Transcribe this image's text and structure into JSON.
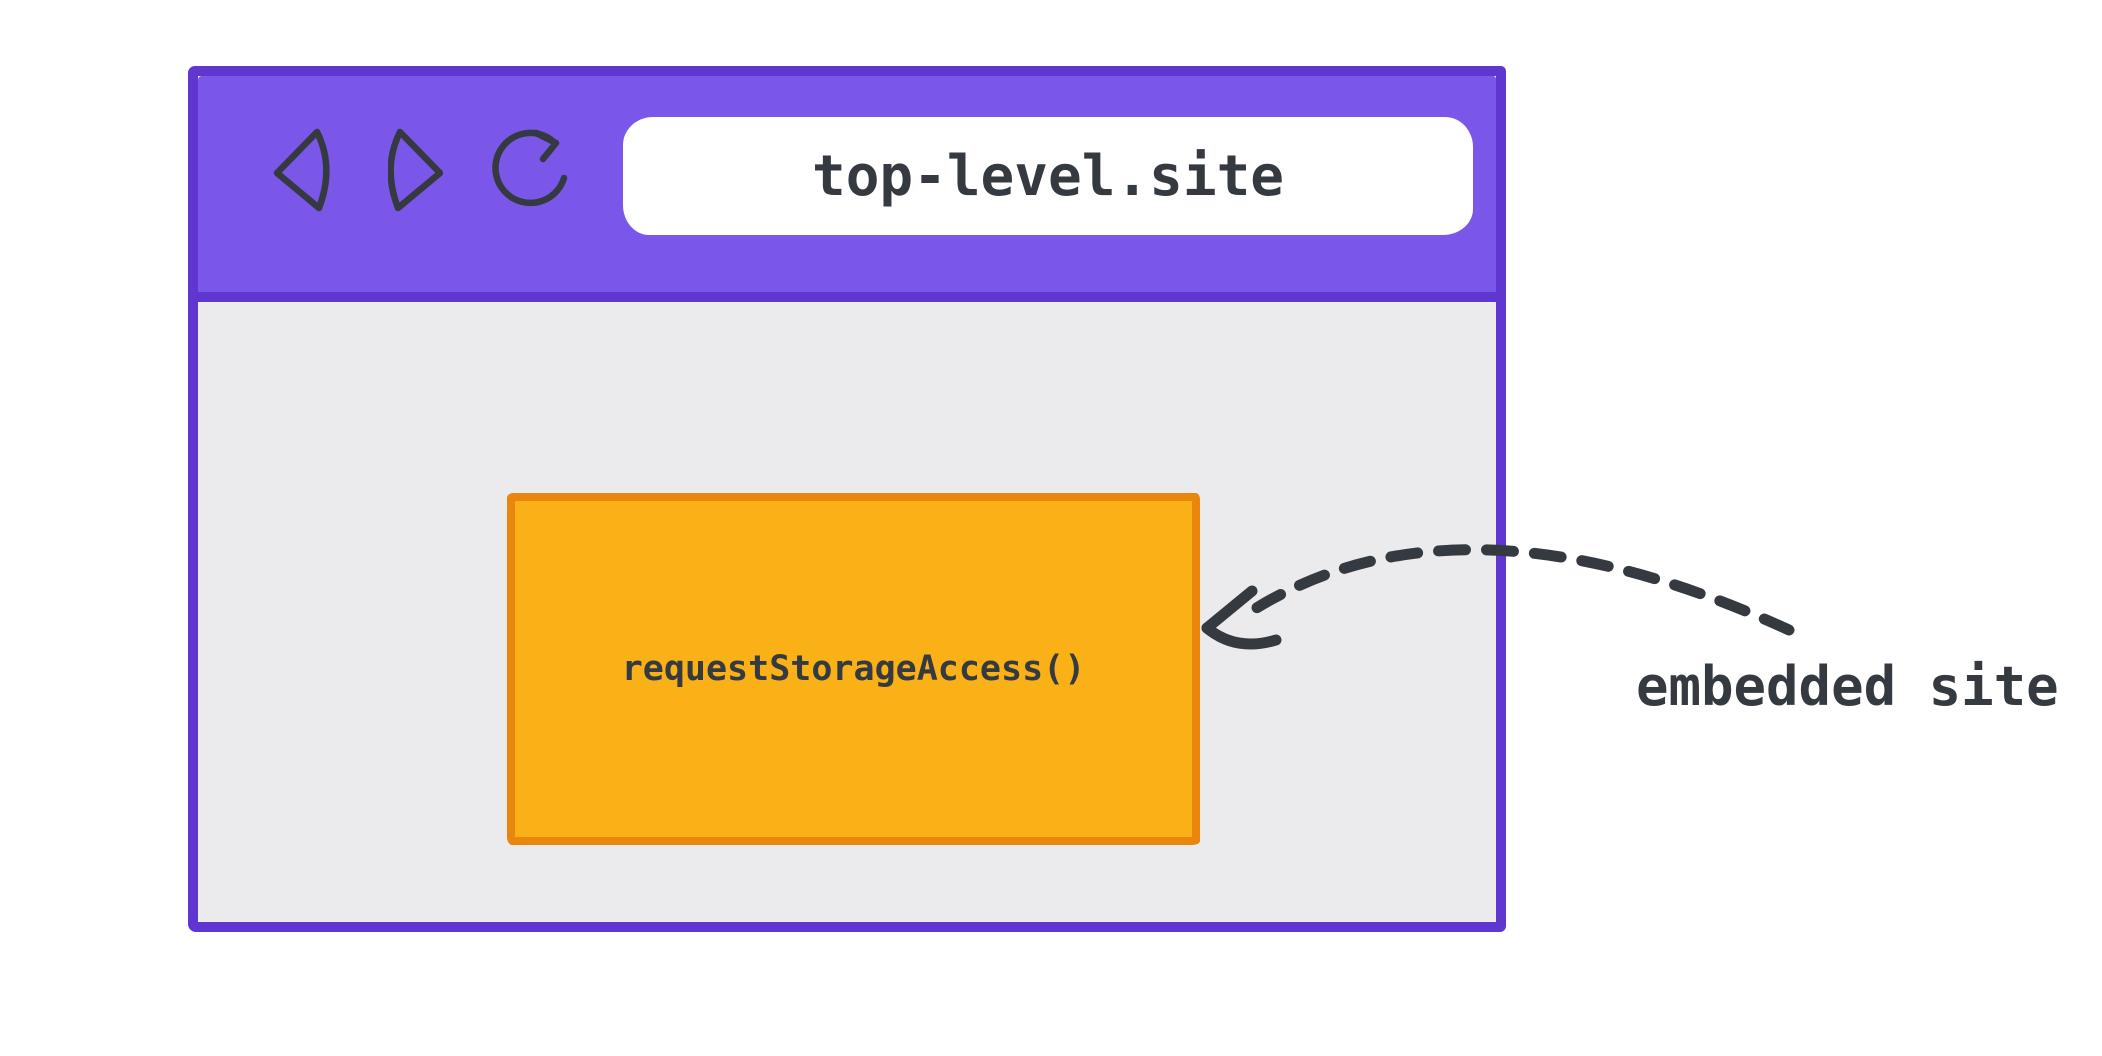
{
  "colors": {
    "toolbar_purple": "#7A57E9",
    "window_border_purple": "#6036D1",
    "content_gray": "#EBEBED",
    "iframe_orange": "#FAB117",
    "iframe_border_orange": "#E8860D",
    "ink": "#343A40",
    "url_bar_white": "#FFFFFF"
  },
  "browser_window": {
    "toolbar": {
      "url": "top-level.site",
      "icons": [
        "back",
        "forward",
        "reload"
      ]
    },
    "content": {
      "iframe_label": "requestStorageAccess()"
    }
  },
  "annotation": {
    "label": "embedded site"
  }
}
